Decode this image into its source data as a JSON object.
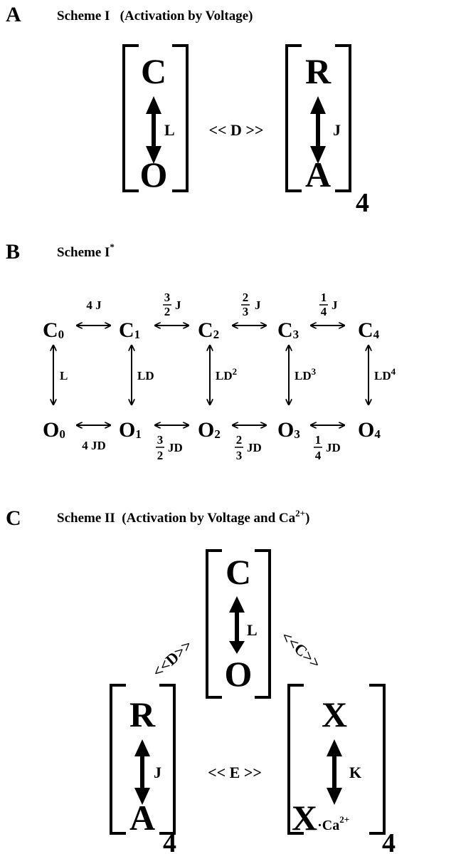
{
  "panel_a": {
    "label": "A",
    "title": "Scheme I   (Activation by Voltage)",
    "gate_closed": "C",
    "gate_open": "O",
    "gate_rate": "L",
    "sensor_resting": "R",
    "sensor_active": "A",
    "sensor_rate": "J",
    "coupling": "<< D >>",
    "stoichiometry": "4"
  },
  "panel_b": {
    "label": "B",
    "title": "Scheme I",
    "title_sup": "*",
    "closed": [
      {
        "base": "C",
        "sub": "0"
      },
      {
        "base": "C",
        "sub": "1"
      },
      {
        "base": "C",
        "sub": "2"
      },
      {
        "base": "C",
        "sub": "3"
      },
      {
        "base": "C",
        "sub": "4"
      }
    ],
    "open": [
      {
        "base": "O",
        "sub": "0"
      },
      {
        "base": "O",
        "sub": "1"
      },
      {
        "base": "O",
        "sub": "2"
      },
      {
        "base": "O",
        "sub": "3"
      },
      {
        "base": "O",
        "sub": "4"
      }
    ],
    "vertical": [
      {
        "base": "L",
        "sup": ""
      },
      {
        "base": "LD",
        "sup": ""
      },
      {
        "base": "LD",
        "sup": "2"
      },
      {
        "base": "LD",
        "sup": "3"
      },
      {
        "base": "LD",
        "sup": "4"
      }
    ],
    "top_rates": [
      {
        "coef": "4 J"
      },
      {
        "num": "3",
        "den": "2",
        "rate": "J"
      },
      {
        "num": "2",
        "den": "3",
        "rate": "J"
      },
      {
        "num": "1",
        "den": "4",
        "rate": "J"
      }
    ],
    "bottom_rates": [
      {
        "coef": "4 JD"
      },
      {
        "num": "3",
        "den": "2",
        "rate": "JD"
      },
      {
        "num": "2",
        "den": "3",
        "rate": "JD"
      },
      {
        "num": "1",
        "den": "4",
        "rate": "JD"
      }
    ]
  },
  "panel_c": {
    "label": "C",
    "title": "Scheme II  (Activation by Voltage and Ca",
    "title_sup": "2+",
    "title_end": ")",
    "gate_closed": "C",
    "gate_open": "O",
    "gate_rate": "L",
    "sensor_resting": "R",
    "sensor_active": "A",
    "sensor_rate": "J",
    "ca_unbound": "X",
    "ca_bound": "X",
    "ca_bound_dot": "·Ca",
    "ca_bound_sup": "2+",
    "ca_rate": "K",
    "coupling_d": "<<D>>",
    "coupling_c": "<<C>>",
    "coupling_e": "<< E >>",
    "stoichiometry_sensor": "4",
    "stoichiometry_ca": "4"
  }
}
